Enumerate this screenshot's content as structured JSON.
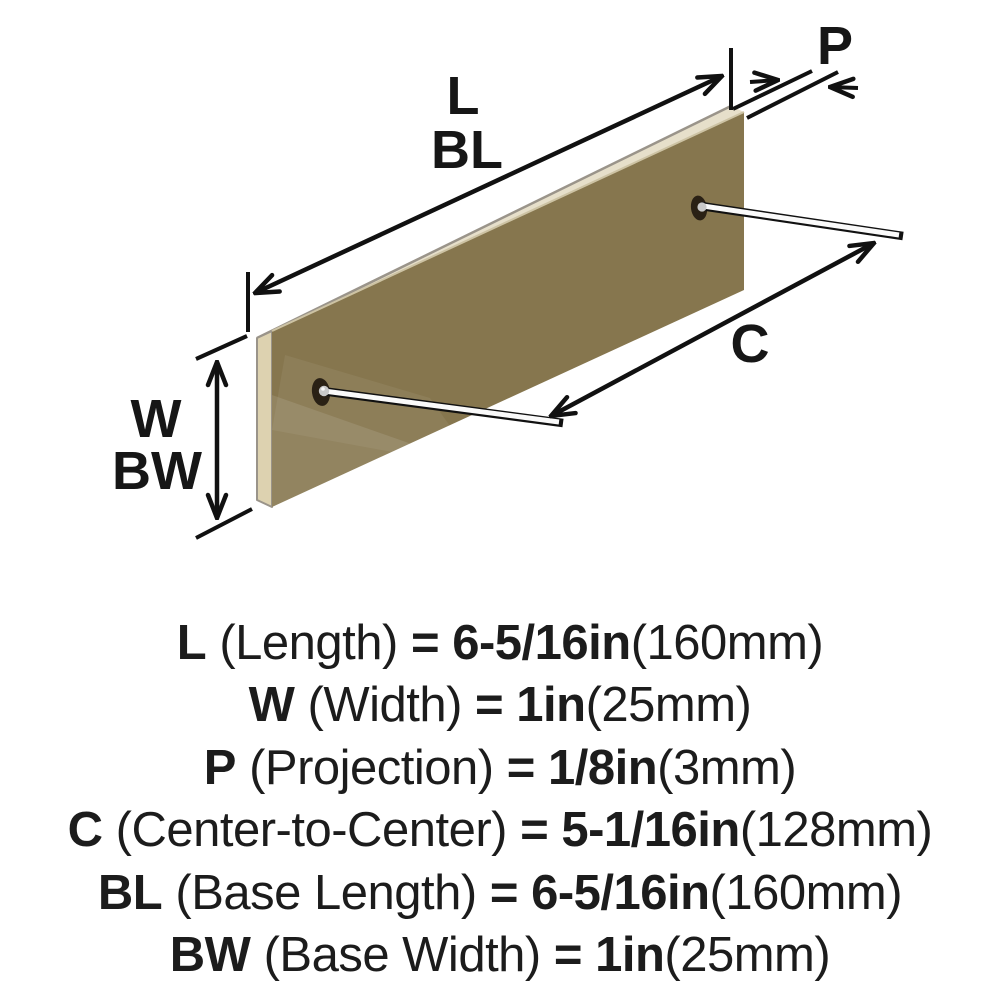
{
  "diagram": {
    "labels": {
      "length": "L",
      "base_length": "BL",
      "projection": "P",
      "center_to_center": "C",
      "width": "W",
      "base_width": "BW"
    },
    "colors": {
      "plate_face": "#86764e",
      "plate_side": "#ddd2b0",
      "plate_top": "#e6dfca",
      "plate_top_edge": "#9a948a",
      "dimension_line": "#111111",
      "screw_rod": "#fafafa",
      "screw_outline": "#111111",
      "hole": "#2a2115",
      "screw_head": "#c9c9c9"
    }
  },
  "specs": [
    {
      "code": "L",
      "name": "(Length)",
      "equals": "=",
      "inches": "6-5/16in",
      "metric": "(160mm)"
    },
    {
      "code": "W",
      "name": "(Width)",
      "equals": "=",
      "inches": "1in",
      "metric": "(25mm)"
    },
    {
      "code": "P",
      "name": "(Projection)",
      "equals": "=",
      "inches": "1/8in",
      "metric": "(3mm)"
    },
    {
      "code": "C",
      "name": "(Center-to-Center)",
      "equals": "=",
      "inches": "5-1/16in",
      "metric": "(128mm)"
    },
    {
      "code": "BL",
      "name": "(Base Length)",
      "equals": "=",
      "inches": "6-5/16in",
      "metric": "(160mm)"
    },
    {
      "code": "BW",
      "name": "(Base Width)",
      "equals": "=",
      "inches": "1in",
      "metric": "(25mm)"
    }
  ]
}
